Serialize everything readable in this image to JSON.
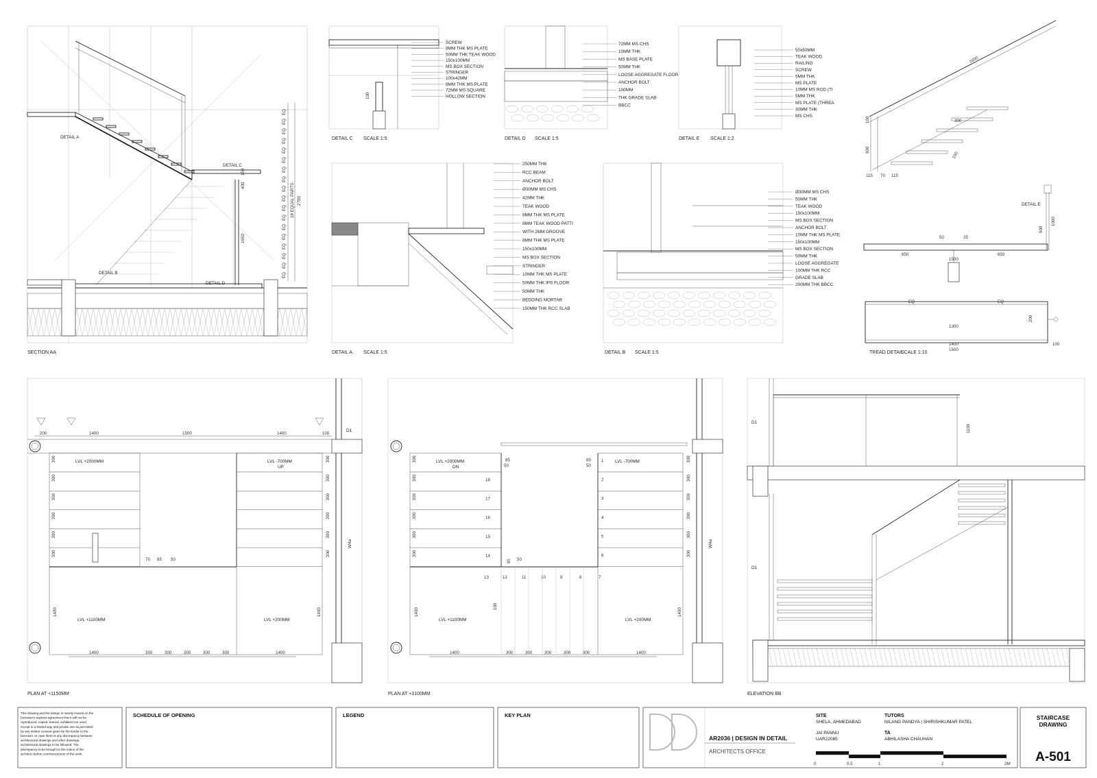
{
  "sheet": {
    "title": "STAIRCASE DRAWING",
    "title_line1": "STAIRCASE",
    "title_line2": "DRAWING",
    "number": "A-501"
  },
  "section_aa": {
    "caption": "SECTION AA",
    "labels": [
      "DETAIL A",
      "DETAIL B",
      "DETAIL C",
      "DETAIL D"
    ],
    "dims": [
      "400",
      "150",
      "1650",
      "18 EQUAL PARTS",
      "2700",
      "EQ"
    ]
  },
  "detail_c": {
    "caption": "DETAIL C",
    "scale": "SCALE 1:5",
    "notes": [
      "SCREW",
      "8MM THK MS PLATE",
      "50MM THK TEAK WOOD",
      "150x100MM",
      "MS BOX SECTION",
      "STRINGER",
      "100x42MM",
      "8MM THK MS PLATE",
      "72MM MS SQUARE",
      "HOLLOW SECTION"
    ],
    "dims": [
      "100"
    ]
  },
  "detail_d": {
    "caption": "DETAIL D",
    "scale": "SCALE 1:5",
    "notes": [
      "72MM MS CHS",
      "10MM THK",
      "MS BASE PLATE",
      "50MM THK",
      "LOOSE AGGREGATE FLOOR",
      "ANCHOR BOLT",
      "100MM",
      "THK GRADE SLAB",
      "BBCC"
    ]
  },
  "detail_e": {
    "caption": "DETAIL E",
    "scale": "SCALE 1:2",
    "notes": [
      "50x50MM",
      "TEAK WOOD",
      "RAILING",
      "SCREW",
      "5MM THK",
      "MS PLATE",
      "10MM MS ROD (TI",
      "5MM THK",
      "MS PLATE (THREA",
      "30MM THK",
      "MS CHS"
    ]
  },
  "detail_a": {
    "caption": "DETAIL A",
    "scale": "SCALE 1:5",
    "notes": [
      "250MM THK",
      "RCC BEAM",
      "ANCHOR BOLT",
      "Ø30MM MS CHS",
      "42MM THK",
      "TEAK WOOD",
      "8MM THK MS PLATE",
      "8MM TEAK WOOD PATTI",
      "WITH 2MM GROOVE",
      "8MM THK MS PLATE",
      "150x100MM",
      "MS BOX SECTION",
      "STRINGER",
      "10MM THK MS PLATE",
      "50MM THK IPS FLOOR",
      "50MM THK",
      "BEDDING MORTAR",
      "150MM THK RCC SLAB"
    ]
  },
  "detail_b": {
    "caption": "DETAIL B",
    "scale": "SCALE 1:5",
    "notes": [
      "Ø30MM MS CHS",
      "50MM THK",
      "TEAK WOOD",
      "150x100MM",
      "MS BOX SECTION",
      "ANCHOR BOLT",
      "10MM THK MS PLATE",
      "150x100MM",
      "MS BOX SECTION",
      "50MM THK",
      "LOOSE AGGREGATE",
      "100MM THK RCC",
      "GRADE SLAB",
      "200MM THK BBCC"
    ]
  },
  "tread_detail": {
    "caption": "TREAD DETAIL",
    "scale": "SCALE 1:10",
    "label_e": "DETAIL E",
    "dims": [
      "1600",
      "150",
      "100",
      "900",
      "300",
      "115",
      "70",
      "115",
      "650",
      "650",
      "1500",
      "900",
      "1000",
      "50",
      "25",
      "EQ",
      "EQ",
      "1300",
      "1400",
      "1500",
      "200",
      "100"
    ]
  },
  "plan_1150": {
    "caption": "PLAN AT +1150MM",
    "levels": [
      "LVL +2000MM",
      "LVL -700MM",
      "UP",
      "LVL +1100MM",
      "LVL +200MM"
    ],
    "top_dims": [
      "200",
      "1400",
      "1500",
      "1400",
      "100"
    ],
    "bottom_dims": [
      "1400",
      "300",
      "300",
      "300",
      "300",
      "300",
      "1400"
    ],
    "side_dim": "300",
    "big_dim": "1400",
    "door": "D1",
    "window": "W4a",
    "small_dims": [
      "70",
      "85",
      "50"
    ]
  },
  "plan_3100": {
    "caption": "PLAN AT +3100MM",
    "levels": [
      "LVL +2000MM",
      "DN",
      "LVL -700MM",
      "LVL +1100MM",
      "LVL +200MM"
    ],
    "left_steps": [
      "18",
      "17",
      "16",
      "15",
      "14"
    ],
    "right_steps": [
      "1",
      "2",
      "3",
      "4",
      "5",
      "6"
    ],
    "bottom_steps": [
      "13",
      "12",
      "11",
      "10",
      "9",
      "8",
      "7"
    ],
    "bottom_dims": [
      "1400",
      "300",
      "300",
      "300",
      "300",
      "300",
      "1400"
    ],
    "small_dims": [
      "85",
      "50",
      "85",
      "50",
      "85",
      "50",
      "100"
    ],
    "side_dim": "300",
    "big_dim": "1400",
    "window": "W4a"
  },
  "elevation_bb": {
    "caption": "ELEVATION BB",
    "doors": [
      "D1",
      "D1"
    ],
    "dims": [
      "1100"
    ]
  },
  "title_block": {
    "disclaimer": "This drawing and the design is merely loaned on the borrower's express agreement that it will not be reproduced, copied, loaned, exhibited nor used except in a limited way and private use as permitted by any written consent given by the lender to the borrower. In case there is any discrepancy between architectural drawings and other drawings, architectural drawings to be followed. The discrepancy to be brought to the notice of the architect before commencement of the work.",
    "schedule": "SCHEDULE OF OPENING",
    "legend": "LEGEND",
    "key_plan": "KEY PLAN",
    "course": "AR2036 | DESIGN IN DETAIL",
    "office": "ARCHITECTS OFFICE",
    "site_h": "SITE",
    "site": "SHELA, AHMEDABAD",
    "student": "JAI PANNU",
    "roll": "UAR22085",
    "tutors_h": "TUTORS",
    "tutors": "NILANG PANDYA | SHIRISHKUMAR PATEL",
    "ta_h": "TA",
    "ta": "ABHILASHA CHAUHAN",
    "scale_ticks": [
      "0",
      "0.5",
      "1",
      "2",
      "3M"
    ]
  }
}
